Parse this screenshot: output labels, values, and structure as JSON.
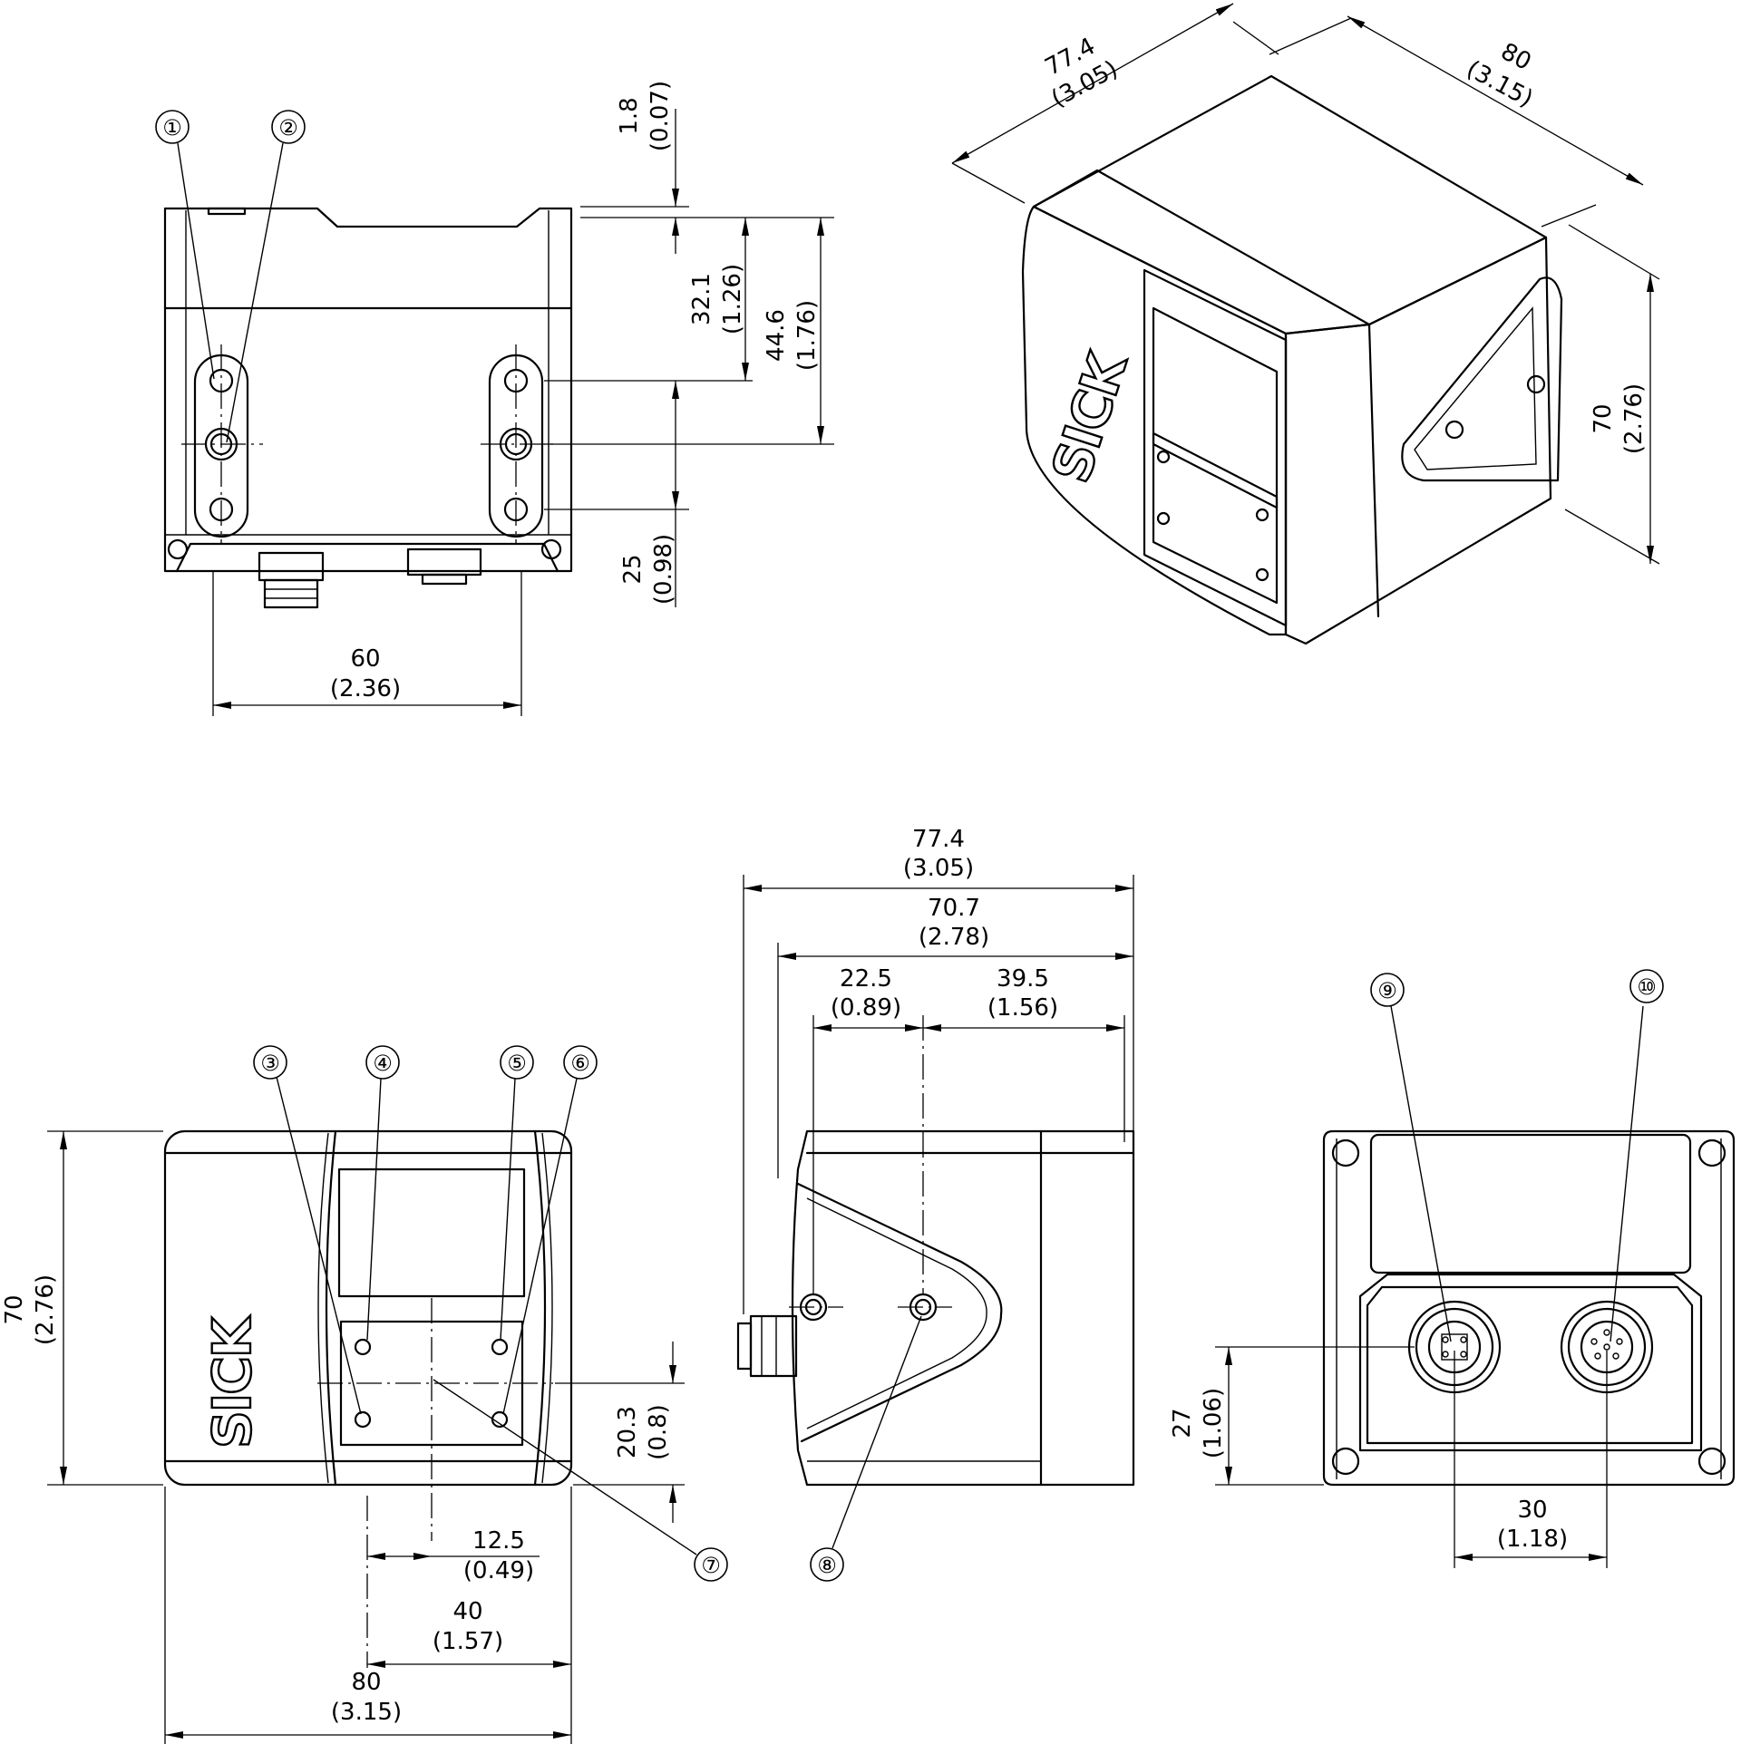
{
  "brand": "SICK",
  "views": {
    "top": {
      "dims": [
        {
          "value": "1.8",
          "inch": "(0.07)"
        },
        {
          "value": "32.1",
          "inch": "(1.26)"
        },
        {
          "value": "44.6",
          "inch": "(1.76)"
        },
        {
          "value": "25",
          "inch": "(0.98)"
        },
        {
          "value": "60",
          "inch": "(2.36)"
        }
      ],
      "callouts": [
        "①",
        "②"
      ]
    },
    "iso": {
      "dims": [
        {
          "value": "77.4",
          "inch": "(3.05)"
        },
        {
          "value": "80",
          "inch": "(3.15)"
        },
        {
          "value": "70",
          "inch": "(2.76)"
        }
      ]
    },
    "front": {
      "dims": [
        {
          "value": "70",
          "inch": "(2.76)"
        },
        {
          "value": "20.3",
          "inch": "(0.8)"
        },
        {
          "value": "12.5",
          "inch": "(0.49)"
        },
        {
          "value": "40",
          "inch": "(1.57)"
        },
        {
          "value": "80",
          "inch": "(3.15)"
        }
      ],
      "callouts": [
        "③",
        "④",
        "⑤",
        "⑥",
        "⑦"
      ]
    },
    "side": {
      "dims": [
        {
          "value": "77.4",
          "inch": "(3.05)"
        },
        {
          "value": "70.7",
          "inch": "(2.78)"
        },
        {
          "value": "22.5",
          "inch": "(0.89)"
        },
        {
          "value": "39.5",
          "inch": "(1.56)"
        }
      ],
      "callouts": [
        "⑧"
      ]
    },
    "rear": {
      "dims": [
        {
          "value": "27",
          "inch": "(1.06)"
        },
        {
          "value": "30",
          "inch": "(1.18)"
        }
      ],
      "callouts": [
        "⑨",
        "⑩"
      ]
    }
  }
}
